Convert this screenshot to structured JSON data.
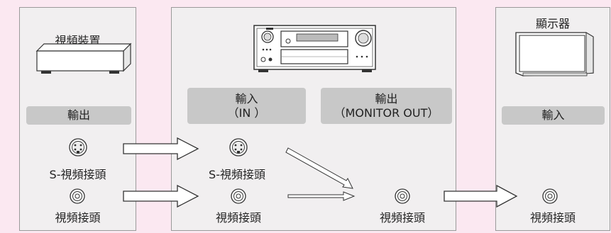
{
  "source": {
    "title": "視頻裝置",
    "output_bar": "輸出",
    "s_video_label": "S-視頻接頭",
    "video_label": "視頻接頭"
  },
  "receiver": {
    "input_bar_line1": "輸入",
    "input_bar_line2": "（IN ）",
    "output_bar_line1": "輸出",
    "output_bar_line2": "（MONITOR OUT）",
    "s_video_label": "S-視頻接頭",
    "video_in_label": "視頻接頭",
    "video_out_label": "視頻接頭"
  },
  "display": {
    "title": "顯示器",
    "input_bar": "輸入",
    "video_label": "視頻接頭"
  },
  "colors": {
    "background": "#fbe8f1",
    "panel_fill": "#f1eff0",
    "panel_border": "#9a9a9a",
    "bar_fill": "#c8c8c8"
  },
  "icons": [
    "source-device-icon",
    "receiver-icon",
    "monitor-icon",
    "s-video-jack-icon",
    "rca-jack-icon",
    "arrow-icon"
  ]
}
